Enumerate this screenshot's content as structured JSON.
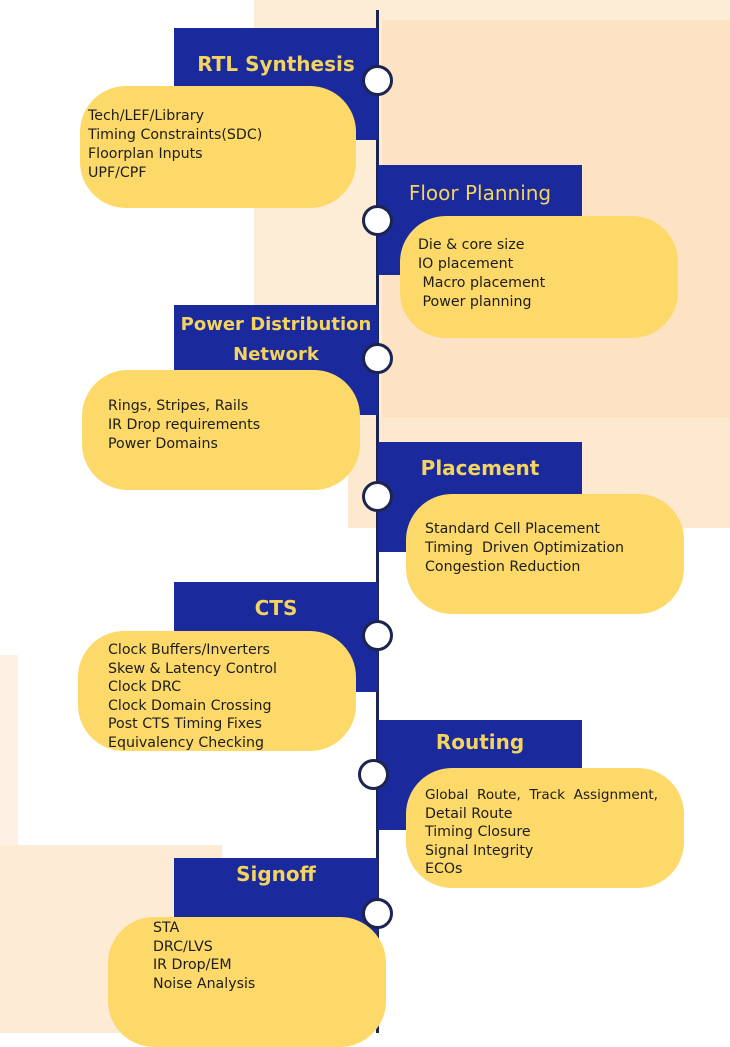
{
  "colors": {
    "header_bg": "#1a2a9c",
    "header_text": "#f4d35e",
    "bubble_bg": "#fcd968",
    "spine": "#1b2550",
    "backdrop": "#fde9d0"
  },
  "stages": [
    {
      "title": "RTL Synthesis",
      "items": [
        "Tech/LEF/Library",
        "Timing Constraints(SDC)",
        "Floorplan Inputs",
        "UPF/CPF"
      ]
    },
    {
      "title": "Floor Planning",
      "items": [
        "Die & core size",
        "IO placement",
        " Macro placement",
        " Power planning"
      ]
    },
    {
      "title_lines": [
        "Power Distribution",
        "Network"
      ],
      "items": [
        "Rings, Stripes, Rails",
        "IR Drop requirements",
        "Power Domains"
      ]
    },
    {
      "title": "Placement",
      "items": [
        "Standard Cell Placement",
        "Timing  Driven Optimization",
        "Congestion Reduction"
      ]
    },
    {
      "title": "CTS",
      "items": [
        "Clock Buffers/Inverters",
        "Skew & Latency Control",
        "Clock DRC",
        "Clock Domain Crossing",
        "Post CTS Timing Fixes",
        "Equivalency Checking"
      ]
    },
    {
      "title": "Routing",
      "items": [
        "Global  Route,  Track  Assignment,",
        "Detail Route",
        "Timing Closure",
        "Signal Integrity",
        "ECOs"
      ]
    },
    {
      "title": "Signoff",
      "items": [
        "STA",
        "DRC/LVS",
        "IR Drop/EM",
        "Noise Analysis"
      ]
    }
  ]
}
